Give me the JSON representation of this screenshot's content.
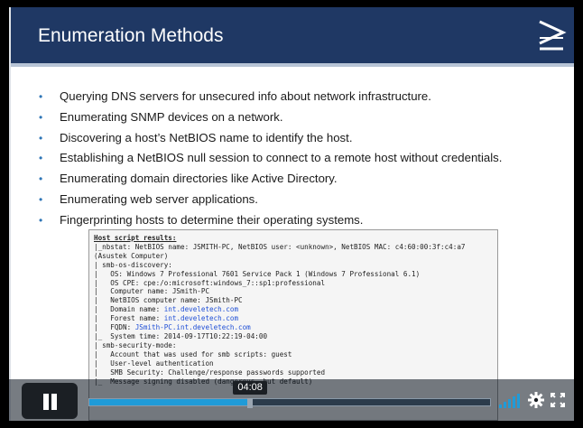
{
  "slide": {
    "title": "Enumeration Methods",
    "bullets": [
      "Querying DNS servers for unsecured info about network infrastructure.",
      "Enumerating SNMP devices on a network.",
      "Discovering a host’s NetBIOS name to identify the host.",
      "Establishing a NetBIOS null session to connect to a remote host without credentials.",
      "Enumerating domain directories like Active Directory.",
      "Enumerating web server applications.",
      "Fingerprinting hosts to determine their operating systems."
    ]
  },
  "terminal": {
    "lines": [
      "Host script results:",
      "|_nbstat: NetBIOS name: JSMITH-PC, NetBIOS user: <unknown>, NetBIOS MAC: c4:60:00:3f:c4:a7",
      "(Asustek Computer)",
      "| smb-os-discovery:",
      "|   OS: Windows 7 Professional 7601 Service Pack 1 (Windows 7 Professional 6.1)",
      "|   OS CPE: cpe:/o:microsoft:windows_7::sp1:professional",
      "|   Computer name: JSmith-PC",
      "|   NetBIOS computer name: JSmith-PC",
      "|   Domain name: ",
      "|   Forest name: ",
      "|   FQDN: ",
      "|_  System time: 2014-09-17T10:22:19-04:00",
      "| smb-security-mode:",
      "|   Account that was used for smb scripts: guest",
      "|   User-level authentication",
      "|   SMB Security: Challenge/response passwords supported",
      "|_  Message signing disabled (dangerous, but default)"
    ],
    "domain": "int.develetech.com",
    "forest": "int.develetech.com",
    "fqdn": "JSmith-PC.int.develetech.com"
  },
  "player": {
    "current_time": "04:08",
    "progress": 0.4,
    "accent_color": "#1f9bd8",
    "icons": [
      "pause-icon",
      "volume-icon",
      "gear-icon",
      "fullscreen-icon"
    ]
  },
  "colors": {
    "header_bg": "#1f3864",
    "bullet": "#2e75b6"
  }
}
